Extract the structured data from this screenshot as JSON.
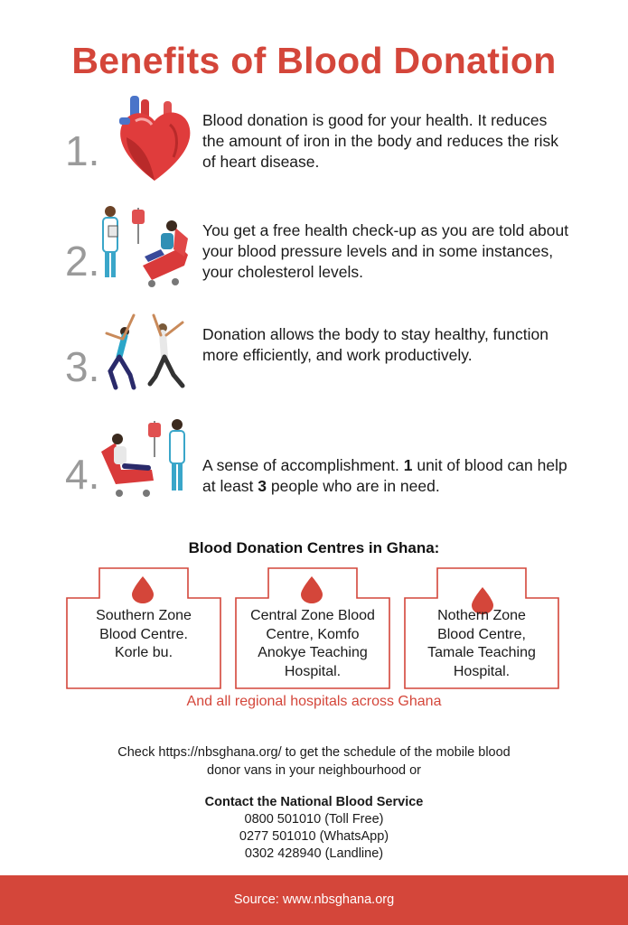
{
  "title": "Benefits of Blood Donation",
  "benefits": [
    {
      "number": "1.",
      "illustration": "heart-icon",
      "text": "Blood donation is good for your health. It reduces the amount of iron in the body and reduces the risk of heart disease."
    },
    {
      "number": "2.",
      "illustration": "doctor-patient-icon",
      "text": "You get a free health check-up as you are told about your blood pressure levels and in some instances, your cholesterol levels."
    },
    {
      "number": "3.",
      "illustration": "jumping-people-icon",
      "text": "Donation allows the body to stay healthy, function more efficiently, and work productively."
    },
    {
      "number": "4.",
      "illustration": "donor-nurse-icon",
      "text_before": "A sense of accomplishment. ",
      "bold1": "1",
      "text_middle": " unit of blood can help at least ",
      "bold2": "3",
      "text_after": " people who are in need."
    }
  ],
  "centres": {
    "heading": "Blood Donation Centres in Ghana:",
    "items": [
      {
        "line1": "Southern Zone",
        "line2": "Blood Centre.",
        "line3": "Korle bu.",
        "line4": ""
      },
      {
        "line1": "Central Zone Blood",
        "line2": "Centre, Komfo",
        "line3": "Anokye Teaching",
        "line4": "Hospital."
      },
      {
        "line1": "Nothern Zone",
        "line2": "Blood Centre,",
        "line3": "Tamale Teaching",
        "line4": "Hospital."
      }
    ],
    "footnote": "And all regional hospitals across Ghana"
  },
  "check_text_line1": "Check https://nbsghana.org/ to get the schedule of the mobile blood",
  "check_text_line2": "donor vans in your neighbourhood or",
  "contact": {
    "heading": "Contact the National Blood Service",
    "lines": [
      "0800 501010 (Toll Free)",
      "0277 501010 (WhatsApp)",
      "0302 428940 (Landline)"
    ]
  },
  "footer": "Source: www.nbsghana.org",
  "colors": {
    "accent": "#d4463a",
    "number_gray": "#9a9a9a",
    "text": "#1a1a1a"
  }
}
